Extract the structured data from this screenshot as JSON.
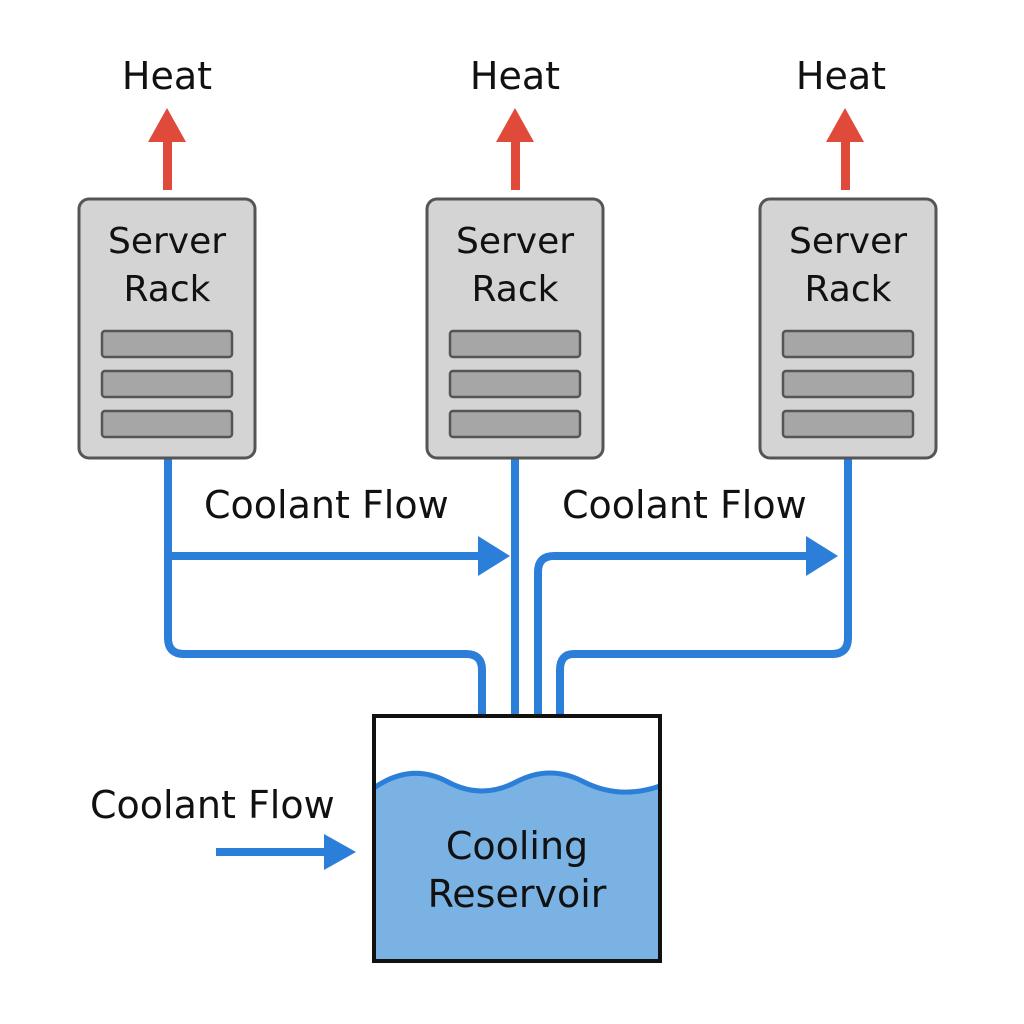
{
  "colors": {
    "heat_arrow": "#e04a3a",
    "coolant": "#2b7fd8",
    "rack_fill": "#d4d4d4",
    "rack_stroke": "#555555",
    "slot_fill": "#a6a6a6",
    "water": "#79b2e3",
    "reservoir_stroke": "#111111"
  },
  "racks": [
    {
      "heat_label": "Heat",
      "line1": "Server",
      "line2": "Rack"
    },
    {
      "heat_label": "Heat",
      "line1": "Server",
      "line2": "Rack"
    },
    {
      "heat_label": "Heat",
      "line1": "Server",
      "line2": "Rack"
    }
  ],
  "flow_labels": {
    "left": "Coolant Flow",
    "right": "Coolant Flow",
    "inlet": "Coolant Flow"
  },
  "reservoir": {
    "line1": "Cooling",
    "line2": "Reservoir"
  }
}
